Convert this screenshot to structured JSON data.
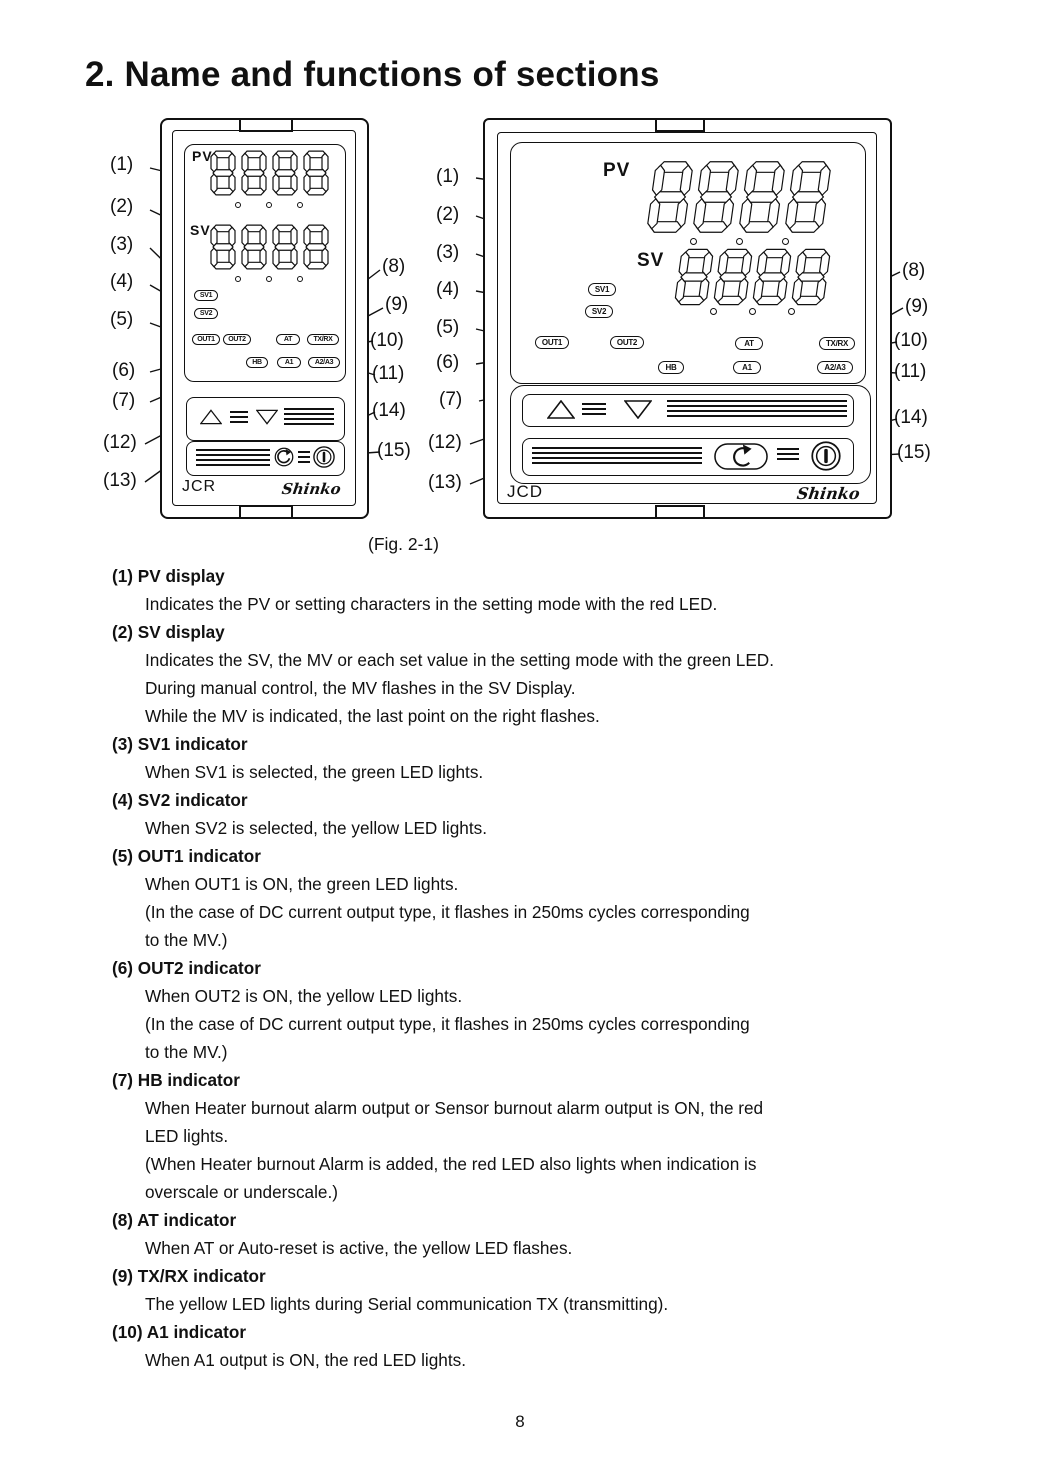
{
  "title": "2. Name and functions of sections",
  "figure": {
    "caption": "(Fig. 2-1)",
    "callout_labels": [
      "(1)",
      "(2)",
      "(3)",
      "(4)",
      "(5)",
      "(6)",
      "(7)",
      "(8)",
      "(9)",
      "(10)",
      "(11)",
      "(12)",
      "(13)",
      "(14)",
      "(15)"
    ],
    "devices": {
      "jcr": {
        "model": "JCR",
        "brand": "Shinko",
        "pv_label": "PV",
        "sv_label": "SV",
        "pv_value": "8888",
        "sv_value": "8888"
      },
      "jcd": {
        "model": "JCD",
        "brand": "Shinko",
        "pv_label": "PV",
        "sv_label": "SV",
        "pv_value": "8888",
        "sv_value": "8888"
      }
    },
    "indicators": [
      "SV1",
      "SV2",
      "OUT1",
      "OUT2",
      "AT",
      "TX/RX",
      "HB",
      "A1",
      "A2/A3"
    ]
  },
  "sections": [
    {
      "heading": "(1) PV display",
      "lines": [
        "Indicates the PV or setting characters in the setting mode with the red LED."
      ]
    },
    {
      "heading": "(2) SV display",
      "lines": [
        "Indicates the SV, the MV or each set value in the setting mode with the green LED.",
        "During manual control, the MV flashes in the SV Display.",
        "While the MV is indicated, the last point on the right flashes."
      ]
    },
    {
      "heading": "(3) SV1 indicator",
      "lines": [
        "When SV1 is selected, the green LED lights."
      ]
    },
    {
      "heading": "(4) SV2 indicator",
      "lines": [
        "When SV2 is selected, the yellow LED lights."
      ]
    },
    {
      "heading": "(5) OUT1 indicator",
      "lines": [
        "When OUT1 is ON, the green LED lights.",
        "(In the case of DC current output type, it flashes in 250ms cycles corresponding",
        "to the MV.)"
      ]
    },
    {
      "heading": "(6) OUT2 indicator",
      "lines": [
        "When OUT2 is ON, the yellow LED lights.",
        "(In the case of DC current output type, it flashes in 250ms cycles corresponding",
        "to the MV.)"
      ]
    },
    {
      "heading": "(7) HB indicator",
      "lines": [
        "When Heater burnout alarm output or Sensor burnout alarm output is ON, the red",
        "LED lights.",
        "(When Heater burnout Alarm is added, the red LED also lights when indication is",
        "overscale or underscale.)"
      ]
    },
    {
      "heading": "(8) AT indicator",
      "lines": [
        "When AT or Auto-reset is active, the yellow LED flashes."
      ]
    },
    {
      "heading": "(9) TX/RX indicator",
      "lines": [
        "The yellow LED lights during Serial communication TX (transmitting)."
      ]
    },
    {
      "heading": "(10) A1 indicator",
      "lines": [
        "When A1 output is ON, the red LED lights."
      ]
    }
  ],
  "page_number": "8"
}
